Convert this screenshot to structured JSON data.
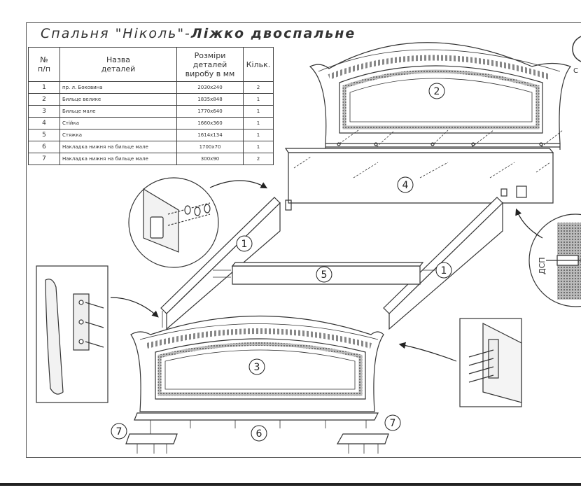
{
  "title": {
    "prefix": "Спальня \"Ніколь\"-",
    "suffix": "Ліжко двоспальне"
  },
  "table": {
    "headers": {
      "num": [
        "№",
        "п/п"
      ],
      "name": [
        "Назва",
        "деталей"
      ],
      "size": [
        "Розміри",
        "деталей",
        "виробу в мм"
      ],
      "qty": [
        "Кільк."
      ]
    },
    "rows": [
      {
        "num": "1",
        "name": "пр. л. Боковина",
        "size": "2030x240",
        "qty": "2"
      },
      {
        "num": "2",
        "name": "Бильце велике",
        "size": "1835x848",
        "qty": "1"
      },
      {
        "num": "3",
        "name": "Бильце мале",
        "size": "1770x640",
        "qty": "1"
      },
      {
        "num": "4",
        "name": "Стійка",
        "size": "1660x360",
        "qty": "1"
      },
      {
        "num": "5",
        "name": "Стяжка",
        "size": "1614x134",
        "qty": "1"
      },
      {
        "num": "6",
        "name": "Накладка нижня на бильце мале",
        "size": "1700x70",
        "qty": "1"
      },
      {
        "num": "7",
        "name": "Накладка нижня на бильце мале",
        "size": "300x90",
        "qty": "2"
      }
    ]
  },
  "labels": {
    "part1": "1",
    "part2": "2",
    "part3": "3",
    "part4": "4",
    "part5": "5",
    "part6": "6",
    "part7": "7",
    "dsp": "ДСП",
    "edge_c": "С"
  },
  "colors": {
    "ink": "#222222",
    "paper": "#ffffff",
    "hatch": "#777777"
  }
}
